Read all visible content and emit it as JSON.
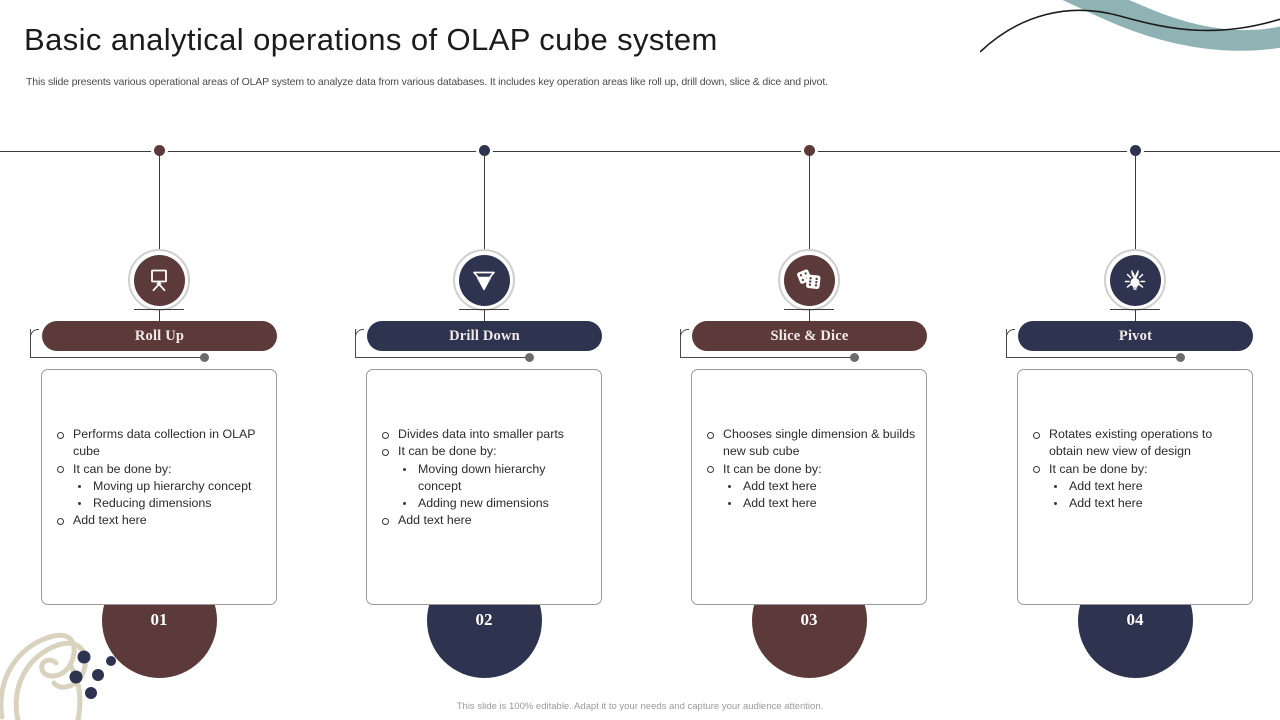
{
  "slide": {
    "title": "Basic analytical operations of OLAP cube system",
    "subtitle": "This slide presents various operational areas of OLAP  system to analyze data from various databases. It includes key operation areas like roll up, drill down, slice & dice and pivot.",
    "footer": "This slide is 100% editable.  Adapt it to your  needs and capture your audience attention."
  },
  "colors": {
    "brown": "#5C3A39",
    "navy": "#2E3450",
    "teal": "#8FB3B5",
    "beige": "#D8D2BE",
    "rail": "#3C3C3C",
    "card_border": "#9A9A9A",
    "bracket_dot": "#6B6B6B"
  },
  "columns": [
    {
      "number": "01",
      "label": "Roll Up",
      "color": "#5C3A39",
      "icon": "presentation-board-icon",
      "bullets": [
        {
          "text": "Performs data collection in OLAP cube",
          "sub": []
        },
        {
          "text": "It can be done by:",
          "sub": [
            "Moving  up hierarchy concept",
            "Reducing dimensions"
          ]
        },
        {
          "text": "Add text here",
          "sub": []
        }
      ]
    },
    {
      "number": "02",
      "label": "Drill Down",
      "color": "#2E3450",
      "icon": "double-down-arrow-icon",
      "bullets": [
        {
          "text": "Divides data into smaller parts",
          "sub": []
        },
        {
          "text": "It can be done by:",
          "sub": [
            "Moving  down hierarchy concept",
            "Adding  new dimensions"
          ]
        },
        {
          "text": "Add text here",
          "sub": []
        }
      ]
    },
    {
      "number": "03",
      "label": "Slice & Dice",
      "color": "#5C3A39",
      "icon": "dice-icon",
      "bullets": [
        {
          "text": "Chooses single dimension & builds new sub cube",
          "sub": []
        },
        {
          "text": "It can be done by:",
          "sub": [
            "Add text here",
            "Add text here"
          ]
        }
      ]
    },
    {
      "number": "04",
      "label": "Pivot",
      "color": "#2E3450",
      "icon": "lightbulb-idea-icon",
      "bullets": [
        {
          "text": "Rotates existing operations to obtain new view of design",
          "sub": []
        },
        {
          "text": "It can be done by:",
          "sub": [
            "Add text here",
            "Add text here"
          ]
        }
      ]
    }
  ]
}
